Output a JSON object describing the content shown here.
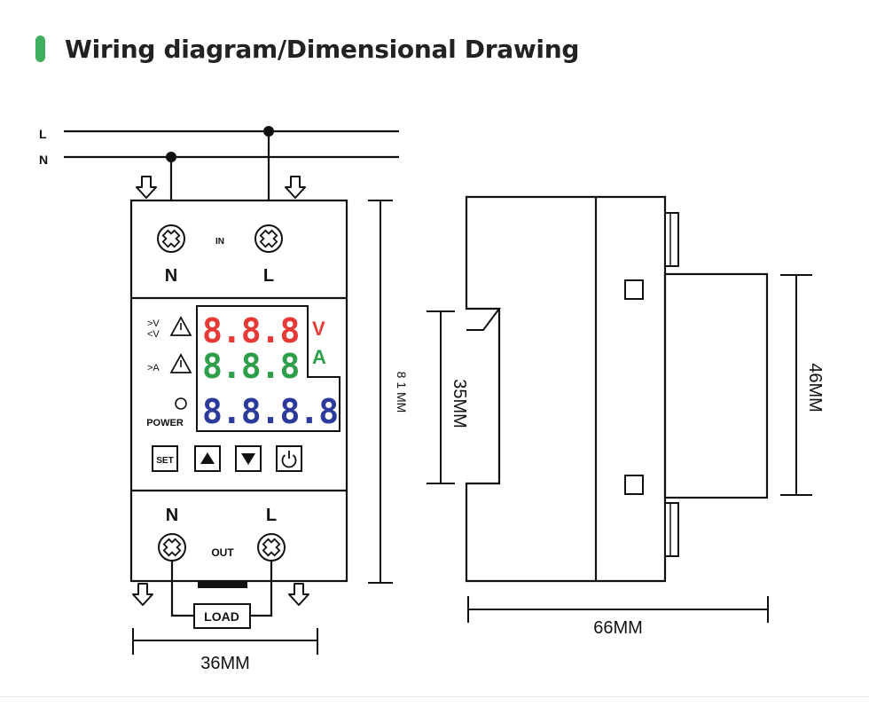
{
  "header": {
    "title": "Wiring diagram/Dimensional Drawing",
    "accent_color": "#3fae5f"
  },
  "lines": {
    "live": "L",
    "neutral": "N"
  },
  "input": {
    "n_label": "N",
    "l_label": "L",
    "in_label": "IN"
  },
  "output": {
    "n_label": "N",
    "l_label": "L",
    "out_label": "OUT",
    "load_label": "LOAD"
  },
  "display": {
    "volt_digits": "8.8.8",
    "volt_unit": "V",
    "volt_color": "#e53a36",
    "amp_digits": "8.8.8",
    "amp_unit": "A",
    "amp_color": "#2f9e4a",
    "power_digits": "8.8.8.8",
    "power_color": "#2c3a9c",
    "over_under_v": ">V\n<V",
    "over_a": ">A",
    "power_label": "POWER"
  },
  "buttons": {
    "set_label": "SET",
    "up_label": "▲",
    "down_label": "▼",
    "power_icon": "power-icon"
  },
  "dimensions": {
    "width": "36MM",
    "height": "8 1 MM",
    "depth": "66MM",
    "rail": "35MM",
    "front_height": "46MM"
  }
}
